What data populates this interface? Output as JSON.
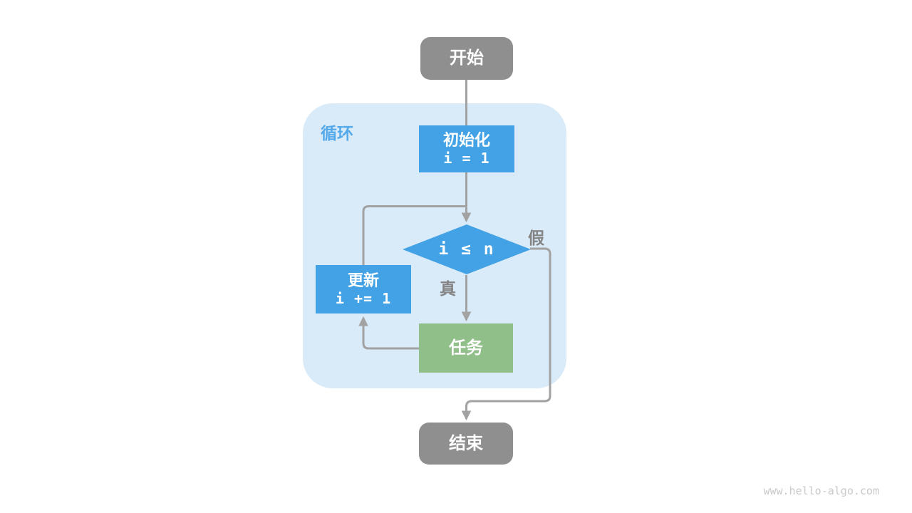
{
  "diagram": {
    "container_label": "循环",
    "nodes": {
      "start": {
        "label": "开始"
      },
      "init": {
        "label": "初始化",
        "code": "i = 1"
      },
      "condition": {
        "code": "i ≤ n"
      },
      "update": {
        "label": "更新",
        "code": "i += 1"
      },
      "task": {
        "label": "任务"
      },
      "end": {
        "label": "结束"
      }
    },
    "edge_labels": {
      "true_label": "真",
      "false_label": "假"
    },
    "colors": {
      "node_blue": "#42a2e5",
      "container_light_blue": "#d9eaf8",
      "container_label_blue": "#54a9ea",
      "task_green": "#90bf8a",
      "terminal_gray": "#8f8f8f",
      "edge_gray": "#a2a2a2",
      "edge_label_gray": "#848484",
      "watermark_gray": "#c9c9c9",
      "node_text": "#ffffff"
    }
  },
  "watermark": "www.hello-algo.com"
}
